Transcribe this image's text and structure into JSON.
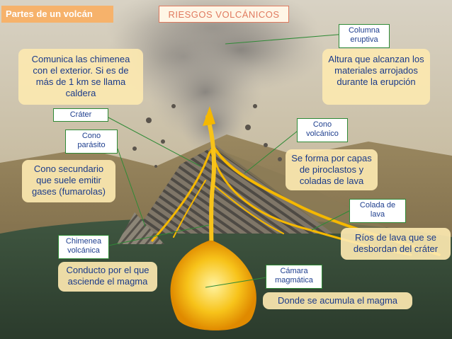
{
  "header": {
    "left_tab": "Partes de un volcán",
    "center_tab": "RIESGOS VOLCÁNICOS"
  },
  "labels": {
    "columna_eruptiva": "Columna\neruptiva",
    "crater": "Cráter",
    "cono_parasito": "Cono\nparásito",
    "cono_volcanico": "Cono\nvolcánico",
    "colada_de_lava": "Colada de\nlava",
    "chimenea_volcanica": "Chimenea\nvolcánica",
    "camara_magmatica": "Cámara\nmagmática"
  },
  "descriptions": {
    "crater": "Comunica las chimenea con el exterior. Si es de más de 1 km se llama caldera",
    "columna_eruptiva": "Altura que alcanzan los materiales arrojados durante la erupción",
    "cono_parasito": "Cono secundario que suele emitir gases (fumarolas)",
    "cono_volcanico": "Se forma por capas de piroclastos y coladas de lava",
    "colada_de_lava": "Ríos de lava que se desbordan del cráter",
    "chimenea_volcanica": "Conducto por el que asciende el magma",
    "camara_magmatica": "Donde se acumula el magma"
  },
  "colors": {
    "label_border": "#2f8a36",
    "label_text": "#1f3f8f",
    "desc_background": "#fce8b0",
    "tab_orange": "#f6b26b",
    "lava": "#f5b800",
    "leader_line": "#2f8a36"
  }
}
